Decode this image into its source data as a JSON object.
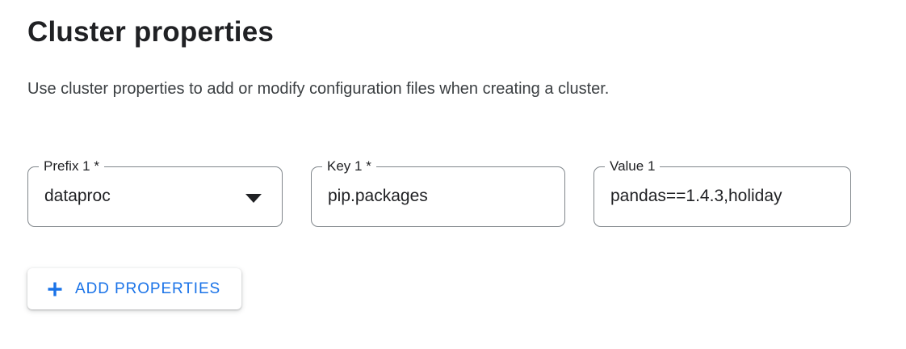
{
  "header": {
    "title": "Cluster properties",
    "description": "Use cluster properties to add or modify configuration files when creating a cluster."
  },
  "fields": [
    {
      "label": "Prefix 1 *",
      "value": "dataproc",
      "type": "select"
    },
    {
      "label": "Key 1 *",
      "value": "pip.packages",
      "type": "text"
    },
    {
      "label": "Value 1",
      "value": "pandas==1.4.3,holiday",
      "type": "text"
    }
  ],
  "toolbar": {
    "add_properties_label": "ADD PROPERTIES",
    "plus_icon": "plus-icon"
  },
  "colors": {
    "accent_blue": "#1a73e8",
    "field_border_gray": "#80868b",
    "text_primary": "#202124",
    "text_secondary": "#3c4043"
  }
}
